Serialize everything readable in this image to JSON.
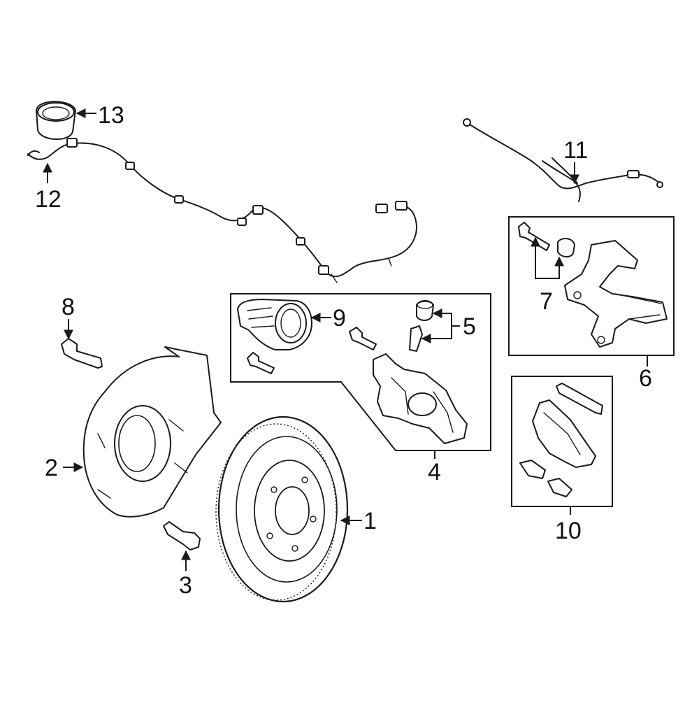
{
  "diagram": {
    "highlight_color": "#3b4fc9",
    "callouts": [
      {
        "id": "1",
        "label": "1"
      },
      {
        "id": "2",
        "label": "2"
      },
      {
        "id": "3",
        "label": "3"
      },
      {
        "id": "4",
        "label": "4"
      },
      {
        "id": "5",
        "label": "5"
      },
      {
        "id": "6",
        "label": "6"
      },
      {
        "id": "7",
        "label": "7"
      },
      {
        "id": "8",
        "label": "8"
      },
      {
        "id": "9",
        "label": "9"
      },
      {
        "id": "10",
        "label": "10"
      },
      {
        "id": "11",
        "label": "11"
      },
      {
        "id": "12",
        "label": "12"
      },
      {
        "id": "13",
        "label": "13"
      }
    ]
  }
}
